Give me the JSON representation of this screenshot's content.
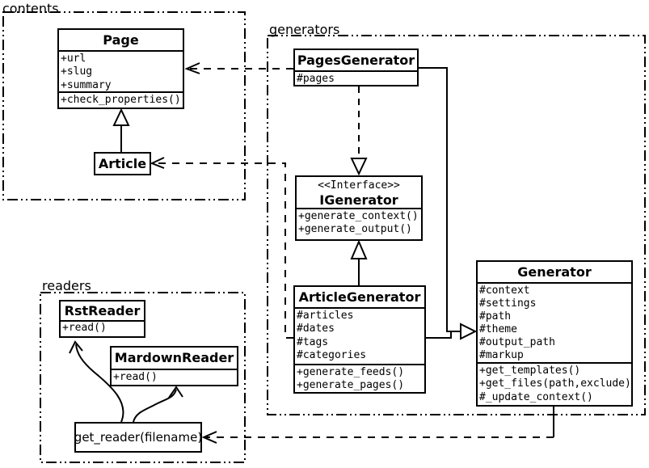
{
  "packages": {
    "contents": {
      "label": "contents"
    },
    "generators": {
      "label": "generators"
    },
    "readers": {
      "label": "readers"
    }
  },
  "classes": {
    "page": {
      "title": "Page",
      "attributes": [
        "+url",
        "+slug",
        "+summary"
      ],
      "methods": [
        "+check_properties()"
      ]
    },
    "article": {
      "title": "Article"
    },
    "pages_generator": {
      "title": "PagesGenerator",
      "attributes": [
        "#pages"
      ]
    },
    "igenerator": {
      "stereotype": "<<Interface>>",
      "title": "IGenerator",
      "methods": [
        "+generate_context()",
        "+generate_output()"
      ]
    },
    "article_generator": {
      "title": "ArticleGenerator",
      "attributes": [
        "#articles",
        "#dates",
        "#tags",
        "#categories"
      ],
      "methods": [
        "+generate_feeds()",
        "+generate_pages()"
      ]
    },
    "generator": {
      "title": "Generator",
      "attributes": [
        "#context",
        "#settings",
        "#path",
        "#theme",
        "#output_path",
        "#markup"
      ],
      "methods": [
        "+get_templates()",
        "+get_files(path,exclude)",
        "#_update_context()"
      ]
    },
    "rst_reader": {
      "title": "RstReader",
      "methods": [
        "+read()"
      ]
    },
    "mardown_reader": {
      "title": "MardownReader",
      "methods": [
        "+read()"
      ]
    },
    "get_reader": {
      "label": "get_reader(filename)"
    }
  },
  "colors": {
    "line": "#000000",
    "background": "#ffffff"
  }
}
